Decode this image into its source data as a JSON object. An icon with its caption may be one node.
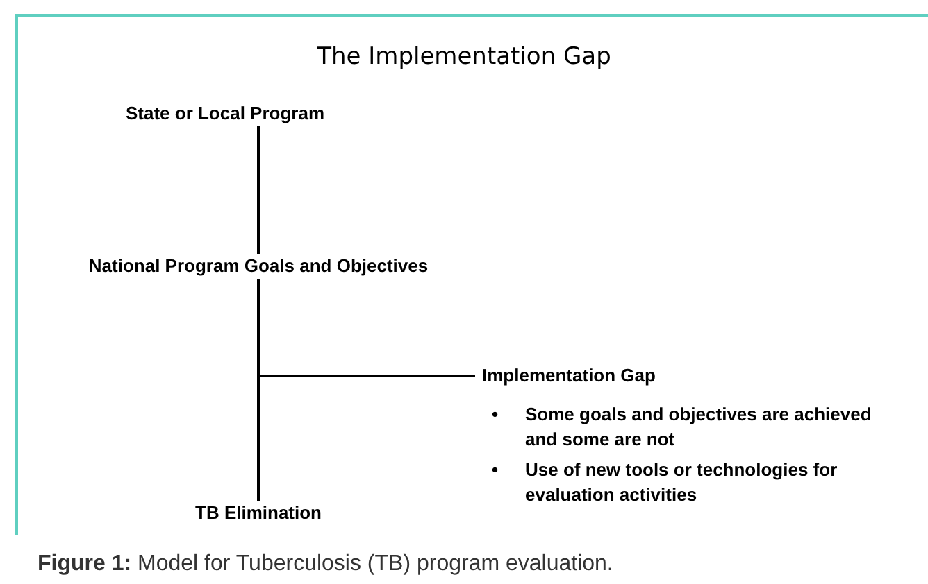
{
  "diagram": {
    "title": "The Implementation Gap",
    "caption": "**Figure 1:** Model for Tuberculosis (TB) program evaluation.",
    "nodes": [
      {
        "text": [
          "State or Local Program"
        ]
      },
      {
        "text": [
          "National Program Goals and Objectives"
        ]
      },
      {
        "text": [
          "TB Elimination"
        ]
      },
      {
        "text": [
          "Implementation Gap"
        ],
        "beside": [
          "Some goals and objectives are achieved and some are not",
          "Use of new tools or technologies for evaluation activities"
        ]
      }
    ],
    "edges": [
      {
        "from": 0,
        "to": 1,
        "arrow": "none"
      },
      {
        "from": 1,
        "to": 2,
        "arrow": "none"
      },
      {
        "from": 1,
        "to": 3,
        "arrow": "none"
      }
    ],
    "labels": [
      "•",
      "•"
    ]
  }
}
